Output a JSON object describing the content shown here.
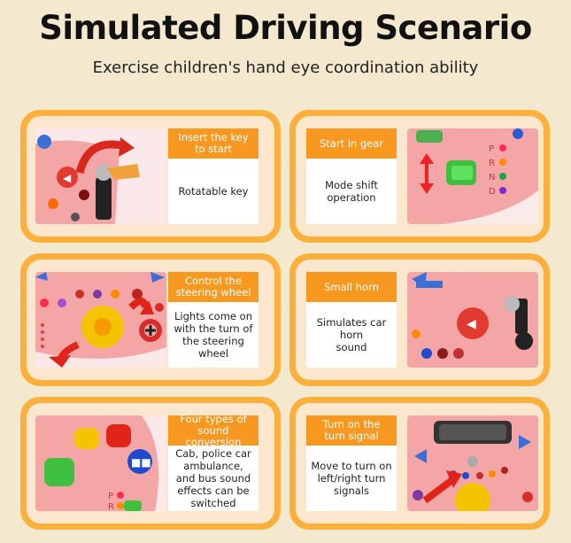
{
  "header": {
    "title": "Simulated Driving Scenario",
    "subtitle": "Exercise children's hand eye coordination ability"
  },
  "cards": [
    {
      "heading": "Insert the key\nto start",
      "body": "Rotatable key",
      "image": "toy-key-ignition"
    },
    {
      "heading": "Start in gear",
      "body": "Mode shift\noperation",
      "image": "toy-gear-shifter"
    },
    {
      "heading": "Control the\nsteering wheel",
      "body": "Lights come on\nwith the turn of\nthe steering wheel",
      "image": "toy-steering-wheel"
    },
    {
      "heading": "Small horn",
      "body": "Simulates car horn\nsound",
      "image": "toy-horn-button"
    },
    {
      "heading": "Four types of\nsound conversion",
      "body": "Cab, police car\nambulance,\nand bus sound\neffects can be\nswitched",
      "image": "toy-sound-buttons"
    },
    {
      "heading": "Turn on the\nturn signal",
      "body": "Move to turn on\nleft/right turn\nsignals",
      "image": "toy-turn-signal-lever"
    }
  ],
  "gear_labels": [
    "P",
    "R",
    "N",
    "D"
  ],
  "colors": {
    "background": "#f4e8cf",
    "card_border": "#fbb03b",
    "card_fill": "#fae7ce",
    "heading_bar": "#f79820",
    "toy_pink": "#f4a6a6"
  }
}
